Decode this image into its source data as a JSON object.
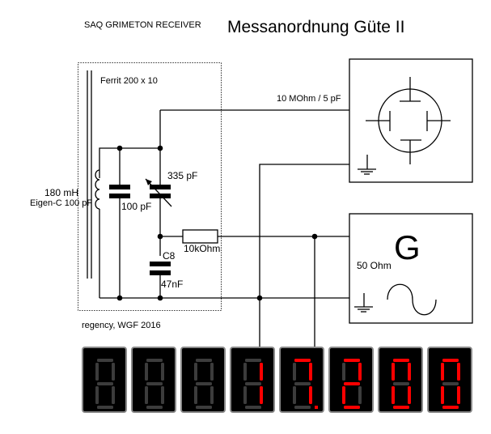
{
  "header": {
    "subtitle": "SAQ GRIMETON RECEIVER",
    "title": "Messanordnung Güte II"
  },
  "circuit": {
    "ferrite_label": "Ferrit 200 x 10",
    "inductor_label": "180 mH",
    "self_capacitance_label": "Eigen-C 100 pF",
    "fixed_cap_label": "100 pF",
    "variable_cap_label": "335 pF",
    "coupling_cap_name": "C8",
    "coupling_cap_value": "47nF",
    "resistor_label": "10kOhm",
    "probe_label": "10 MOhm / 5 pF",
    "credit": "regency, WGF 2016"
  },
  "instruments": {
    "oscilloscope": {
      "name": "oscilloscope"
    },
    "generator": {
      "symbol": "G",
      "impedance": "50 Ohm"
    }
  },
  "display": {
    "reading": "17.200",
    "on_color": "#ff0000",
    "off_color": "#3c3c3c",
    "digits": [
      {
        "char": "",
        "dp": false
      },
      {
        "char": "",
        "dp": false
      },
      {
        "char": "",
        "dp": false
      },
      {
        "char": "1",
        "dp": false
      },
      {
        "char": "7",
        "dp": true
      },
      {
        "char": "2",
        "dp": false
      },
      {
        "char": "0",
        "dp": false
      },
      {
        "char": "0",
        "dp": false
      }
    ]
  }
}
